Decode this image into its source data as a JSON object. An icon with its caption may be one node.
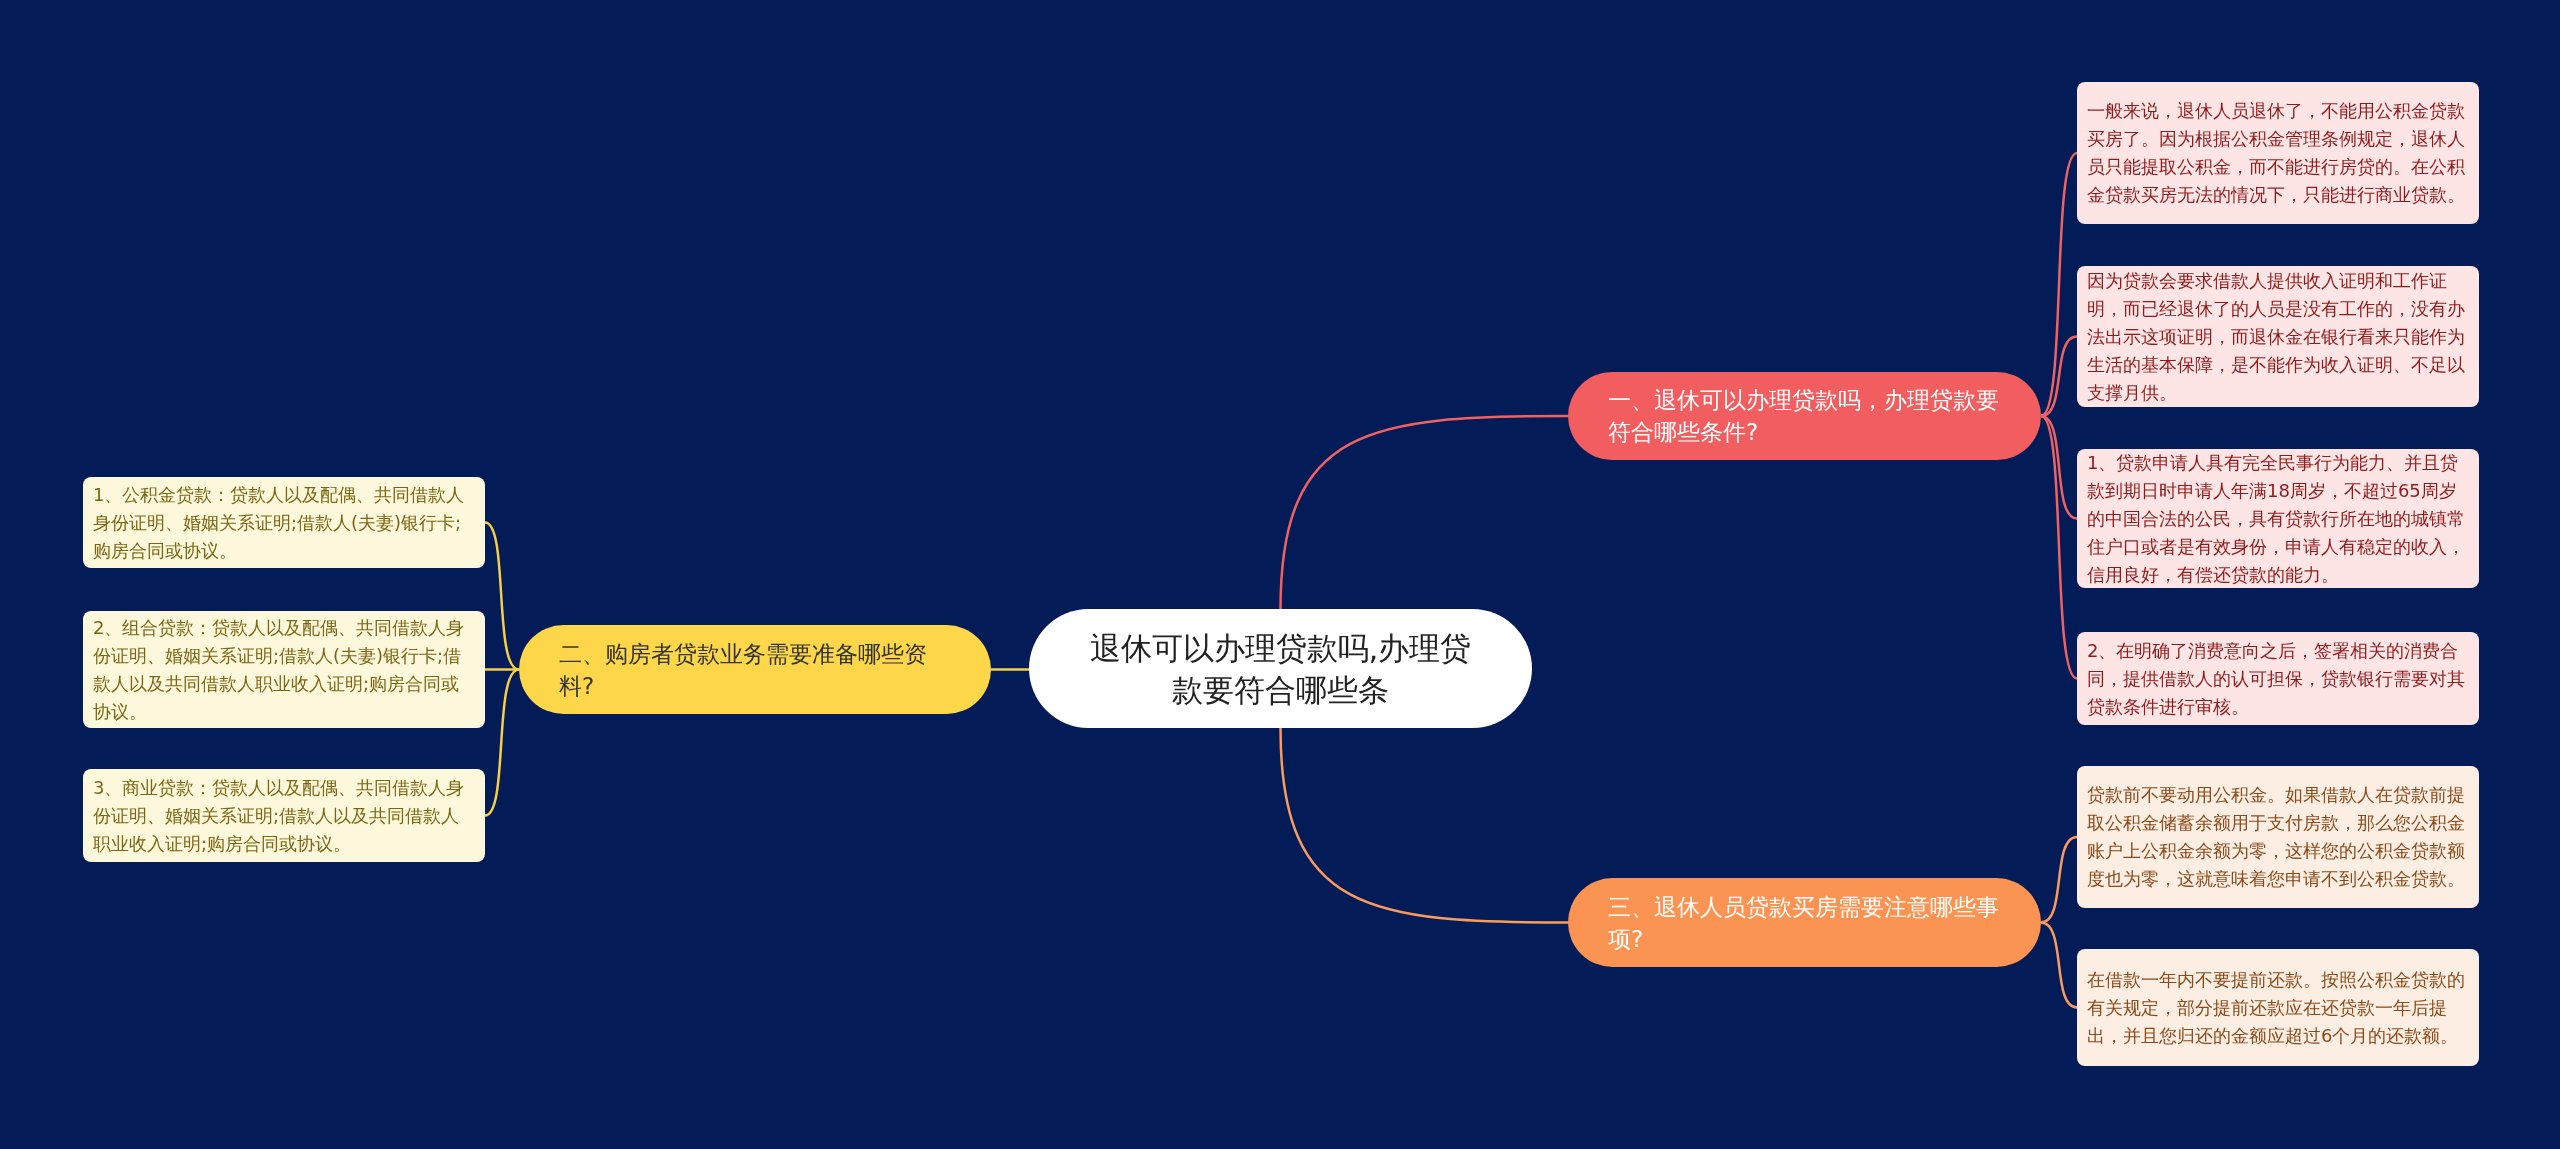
{
  "diagram": {
    "nodes": [
      {
        "text": [
          "退休可以办理贷款吗,办理贷款要符合哪些条"
        ]
      },
      {
        "text": [
          "一、退休可以办理贷款吗，办理贷款要符合哪些条件?"
        ]
      },
      {
        "text": [
          "一般来说，退休人员退休了，不能用公积金贷款买房了。因为根据公积金管理条例规定，退休人员只能提取公积金，而不能进行房贷的。在公积金贷款买房无法的情况下，只能进行商业贷款。"
        ]
      },
      {
        "text": [
          "因为贷款会要求借款人提供收入证明和工作证明，而已经退休了的人员是没有工作的，没有办法出示这项证明，而退休金在银行看来只能作为生活的基本保障，是不能作为收入证明、不足以支撑月供。"
        ]
      },
      {
        "text": [
          "1、贷款申请人具有完全民事行为能力、并且贷款到期日时申请人年满18周岁，不超过65周岁的中国合法的公民，具有贷款行所在地的城镇常住户口或者是有效身份，申请人有稳定的收入，信用良好，有偿还贷款的能力。"
        ]
      },
      {
        "text": [
          "2、在明确了消费意向之后，签署相关的消费合同，提供借款人的认可担保，贷款银行需要对其贷款条件进行审核。"
        ]
      },
      {
        "text": [
          "二、购房者贷款业务需要准备哪些资料?"
        ]
      },
      {
        "text": [
          "1、公积金贷款：贷款人以及配偶、共同借款人身份证明、婚姻关系证明;借款人(夫妻)银行卡;购房合同或协议。"
        ]
      },
      {
        "text": [
          "2、组合贷款：贷款人以及配偶、共同借款人身份证明、婚姻关系证明;借款人(夫妻)银行卡;借款人以及共同借款人职业收入证明;购房合同或协议。"
        ]
      },
      {
        "text": [
          "3、商业贷款：贷款人以及配偶、共同借款人身份证明、婚姻关系证明;借款人以及共同借款人职业收入证明;购房合同或协议。"
        ]
      },
      {
        "text": [
          "三、退休人员贷款买房需要注意哪些事项?"
        ]
      },
      {
        "text": [
          "贷款前不要动用公积金。如果借款人在贷款前提取公积金储蓄余额用于支付房款，那么您公积金账户上公积金余额为零，这样您的公积金贷款额度也为零，这就意味着您申请不到公积金贷款。"
        ]
      },
      {
        "text": [
          "在借款一年内不要提前还款。按照公积金贷款的有关规定，部分提前还款应在还贷款一年后提出，并且您归还的金额应超过6个月的还款额。"
        ]
      }
    ],
    "edges": [
      {
        "from": 0,
        "to": 1,
        "arrow": "none"
      },
      {
        "from": 1,
        "to": 2,
        "arrow": "none"
      },
      {
        "from": 1,
        "to": 3,
        "arrow": "none"
      },
      {
        "from": 1,
        "to": 4,
        "arrow": "none"
      },
      {
        "from": 1,
        "to": 5,
        "arrow": "none"
      },
      {
        "from": 0,
        "to": 6,
        "arrow": "none",
        "color": "#f5cf45"
      },
      {
        "from": 6,
        "to": 7,
        "arrow": "none",
        "color": "#f5cf45"
      },
      {
        "from": 6,
        "to": 8,
        "arrow": "none",
        "color": "#f5cf45"
      },
      {
        "from": 6,
        "to": 9,
        "arrow": "none",
        "color": "#f5cf45"
      },
      {
        "from": 0,
        "to": 10,
        "arrow": "none",
        "color": "#f99a5e"
      },
      {
        "from": 10,
        "to": 11,
        "arrow": "none",
        "color": "#f99a5e"
      },
      {
        "from": 10,
        "to": 12,
        "arrow": "none",
        "color": "#f99a5e"
      }
    ]
  }
}
